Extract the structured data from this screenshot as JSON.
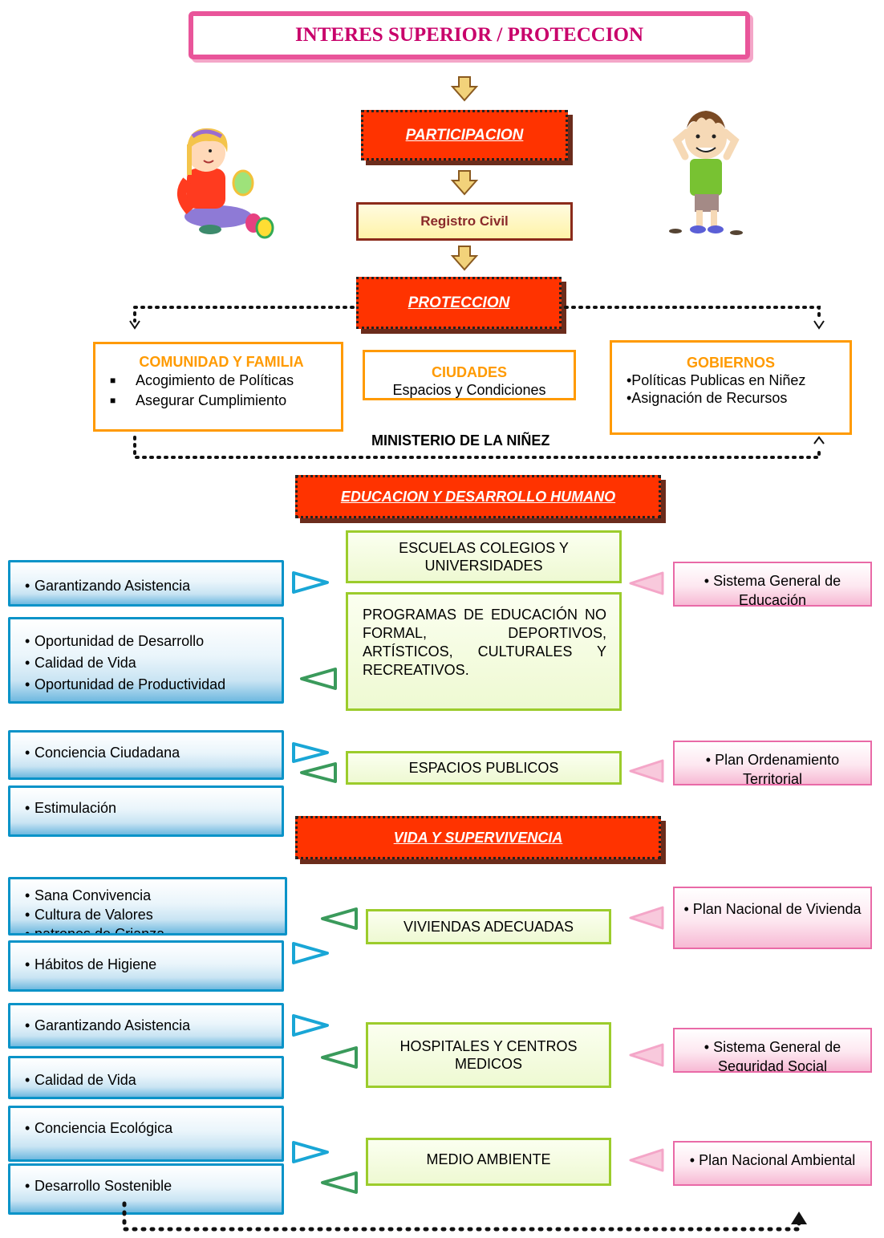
{
  "title": "INTERES SUPERIOR   /   PROTECCION",
  "participacion": "PARTICIPACION",
  "registro": "Registro Civil",
  "proteccion": "PROTECCION",
  "comunidad": {
    "title": "COMUNIDAD Y FAMILIA",
    "items": [
      "Acogimiento de Políticas",
      "Asegurar Cumplimiento"
    ]
  },
  "ciudades": {
    "title": "CIUDADES",
    "text": "Espacios y Condiciones"
  },
  "gobiernos": {
    "title": "GOBIERNOS",
    "items": [
      "•Políticas    Publicas    en Niñez",
      "•Asignación de Recursos"
    ]
  },
  "ministerio": "MINISTERIO DE LA NIÑEZ",
  "educacion": "EDUCACION Y DESARROLLO HUMANO",
  "vida": "VIDA Y SUPERVIVENCIA",
  "left_boxes": [
    {
      "items": [
        "Garantizando Asistencia"
      ]
    },
    {
      "items": [
        "Oportunidad de Desarrollo",
        "Calidad de Vida",
        "Oportunidad de Productividad"
      ]
    },
    {
      "items": [
        "Conciencia Ciudadana"
      ]
    },
    {
      "items": [
        "Estimulación"
      ]
    },
    {
      "items": [
        "Sana Convivencia",
        "Cultura de Valores",
        "patrones de Crianza"
      ]
    },
    {
      "items": [
        "Hábitos de Higiene"
      ]
    },
    {
      "items": [
        "Garantizando Asistencia"
      ]
    },
    {
      "items": [
        "Calidad de Vida"
      ]
    },
    {
      "items": [
        "Conciencia  Ecológica"
      ]
    },
    {
      "items": [
        "Desarrollo Sostenible"
      ]
    }
  ],
  "center_boxes": [
    "ESCUELAS COLEGIOS Y UNIVERSIDADES",
    "PROGRAMAS DE EDUCACIÓN NO FORMAL, DEPORTIVOS, ARTÍSTICOS, CULTURALES Y RECREATIVOS.",
    "ESPACIOS PUBLICOS",
    "VIVIENDAS ADECUADAS",
    "HOSPITALES Y CENTROS MEDICOS",
    "MEDIO AMBIENTE"
  ],
  "right_boxes": [
    "• Sistema General de Educación",
    "• Plan Ordenamiento Territorial",
    "• Plan Nacional de Vivienda",
    "• Sistema General de Seguridad Social",
    "• Plan Nacional Ambiental"
  ],
  "colors": {
    "red": "#ff3300",
    "pink": "#e9559a",
    "orange": "#ff9a00",
    "blue": "#0a93c8",
    "green": "#9ccc2c",
    "cyan_arrow": "#19a6d6",
    "green_arrow": "#3a9a5b",
    "pink_arrow": "#f4a6c8"
  },
  "icons": [
    "girl-with-easter-egg-illustration",
    "boy-scratching-head-illustration",
    "down-arrow-icon"
  ]
}
